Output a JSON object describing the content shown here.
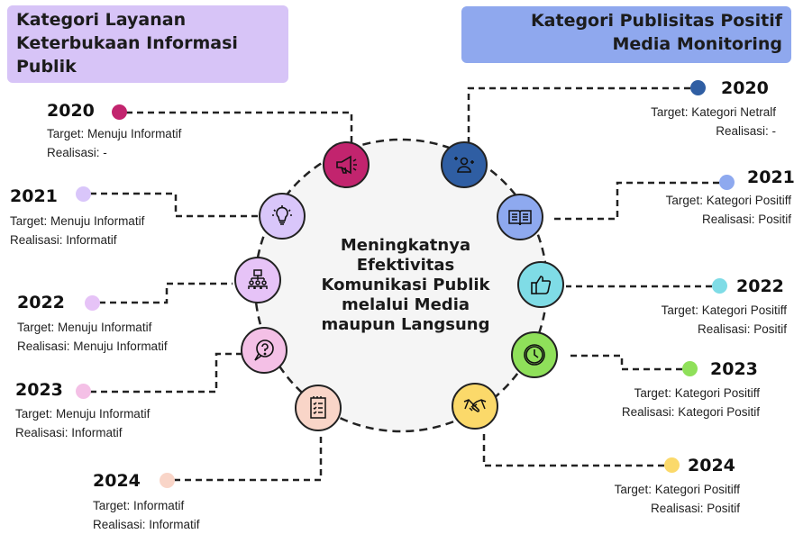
{
  "header_left": {
    "text": "Kategori Layanan\nKeterbukaan Informasi\nPublik"
  },
  "header_right": {
    "text": "Kategori Publisitas Positif\nMedia Monitoring"
  },
  "center": {
    "lines": [
      "Meningkatnya",
      "Efektivitas",
      "Komunikasi Publik",
      "melalui Media",
      "maupun Langsung"
    ]
  },
  "left_items": [
    {
      "year": "2020",
      "target": "Target: Menuju Informatif",
      "realisasi": "Realisasi: -",
      "color": "#c2246e",
      "icon": "megaphone-icon"
    },
    {
      "year": "2021",
      "target": "Target: Menuju Informatif",
      "realisasi": "Realisasi: Informatif",
      "color": "#d9c6fa",
      "icon": "lightbulb-icon"
    },
    {
      "year": "2022",
      "target": "Target: Menuju Informatif",
      "realisasi": "Realisasi: Menuju Informatif",
      "color": "#e6c3f7",
      "icon": "people-network-icon"
    },
    {
      "year": "2023",
      "target": "Target: Menuju Informatif",
      "realisasi": "Realisasi: Informatif",
      "color": "#f4c0e6",
      "icon": "question-bubble-icon"
    },
    {
      "year": "2024",
      "target": "Target: Informatif",
      "realisasi": "Realisasi: Informatif",
      "color": "#f9d5c8",
      "icon": "checklist-icon"
    }
  ],
  "right_items": [
    {
      "year": "2020",
      "target": "Target: Kategori Netralf",
      "realisasi": "Realisasi: -",
      "color": "#2f5ea3",
      "icon": "person-sparkle-icon"
    },
    {
      "year": "2021",
      "target": "Target: Kategori Positiff",
      "realisasi": "Realisasi: Positif",
      "color": "#8ea9ef",
      "icon": "open-book-icon"
    },
    {
      "year": "2022",
      "target": "Target: Kategori Positiff",
      "realisasi": "Realisasi: Positif",
      "color": "#7fdce6",
      "icon": "thumbs-up-icon"
    },
    {
      "year": "2023",
      "target": "Target: Kategori Positiff",
      "realisasi": "Realisasi: Kategori Positif",
      "color": "#8fe05a",
      "icon": "clock-icon"
    },
    {
      "year": "2024",
      "target": "Target: Kategori Positiff",
      "realisasi": "Realisasi: Positif",
      "color": "#fbd96a",
      "icon": "handshake-icon"
    }
  ]
}
